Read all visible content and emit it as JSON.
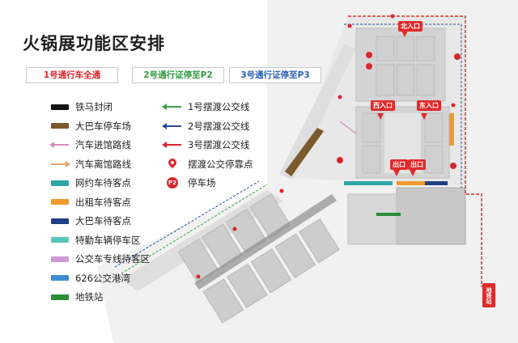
{
  "title": "火锅展功能区安排",
  "passes": {
    "pass1": "1号通行车全通",
    "pass2": "2号通行证停至P2",
    "pass3": "3号通行证停至P3"
  },
  "legend_left": [
    {
      "name": "railway-closure",
      "label": "铁马封闭",
      "color": "#151515",
      "kind": "bar"
    },
    {
      "name": "bus-parking",
      "label": "大巴车停车场",
      "color": "#7a5a2e",
      "kind": "bar"
    },
    {
      "name": "car-entry-route",
      "label": "汽车进馆路线",
      "color": "#d48bc3",
      "kind": "arrow-left"
    },
    {
      "name": "car-exit-route",
      "label": "汽车离馆路线",
      "color": "#e2a36d",
      "kind": "arrow-right"
    },
    {
      "name": "ride-hailing-pickup",
      "label": "网约车待客点",
      "color": "#2ea5a6",
      "kind": "bar"
    },
    {
      "name": "taxi-pickup",
      "label": "出租车待客点",
      "color": "#ef9a2a",
      "kind": "bar"
    },
    {
      "name": "coach-pickup",
      "label": "大巴车待客点",
      "color": "#1f3f86",
      "kind": "bar"
    },
    {
      "name": "special-vehicle-parking",
      "label": "特勤车辆停车区",
      "color": "#58c5bc",
      "kind": "bar"
    },
    {
      "name": "bus-line-waiting",
      "label": "公交车专线待客区",
      "color": "#cf9ad4",
      "kind": "bar"
    },
    {
      "name": "bus-bay-626",
      "label": "626公交港湾",
      "color": "#3d8ed4",
      "kind": "bar"
    },
    {
      "name": "metro-station",
      "label": "地铁站",
      "color": "#2e8b3a",
      "kind": "bar"
    }
  ],
  "legend_right": [
    {
      "name": "shuttle-line-1",
      "label": "1号摆渡公交线",
      "color": "#3aa14a",
      "kind": "arrow-left"
    },
    {
      "name": "shuttle-line-2",
      "label": "2号摆渡公交线",
      "color": "#2a4a94",
      "kind": "arrow-left"
    },
    {
      "name": "shuttle-line-3",
      "label": "3号摆渡公交线",
      "color": "#d9262c",
      "kind": "arrow-left"
    },
    {
      "name": "shuttle-stop",
      "label": "摆渡公交停靠点",
      "color": "#d9262c",
      "kind": "pin"
    },
    {
      "name": "parking-lot",
      "label": "停车场",
      "color": "#d9262c",
      "kind": "badge",
      "badge": "P"
    }
  ],
  "map": {
    "entrances": {
      "north": "北入口",
      "west": "西入口",
      "east": "东入口",
      "exit1": "出口",
      "exit2": "出口"
    },
    "metro_tag": "地铁站"
  }
}
